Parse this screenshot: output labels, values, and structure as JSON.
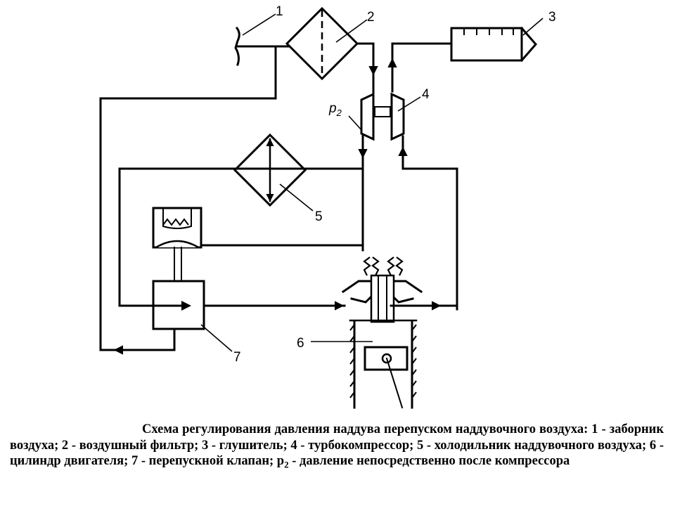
{
  "callouts": {
    "n1": "1",
    "n2": "2",
    "n3": "3",
    "n4": "4",
    "n5": "5",
    "n6": "6",
    "n7": "7",
    "p2_main": "p",
    "p2_sub": "2"
  },
  "caption": {
    "text": "Схема регулирования давления наддува перепуском наддувочного воздуха: 1 - заборник воздуха; 2 - воздушный фильтр; 3 - глушитель; 4 - турбокомпрессор; 5 - холодильник наддувочного воздуха; 6 - цилиндр двигателя; 7 - перепускной клапан; p",
    "sub": "2",
    "tail": " - давление непосредственно после компрессора"
  }
}
